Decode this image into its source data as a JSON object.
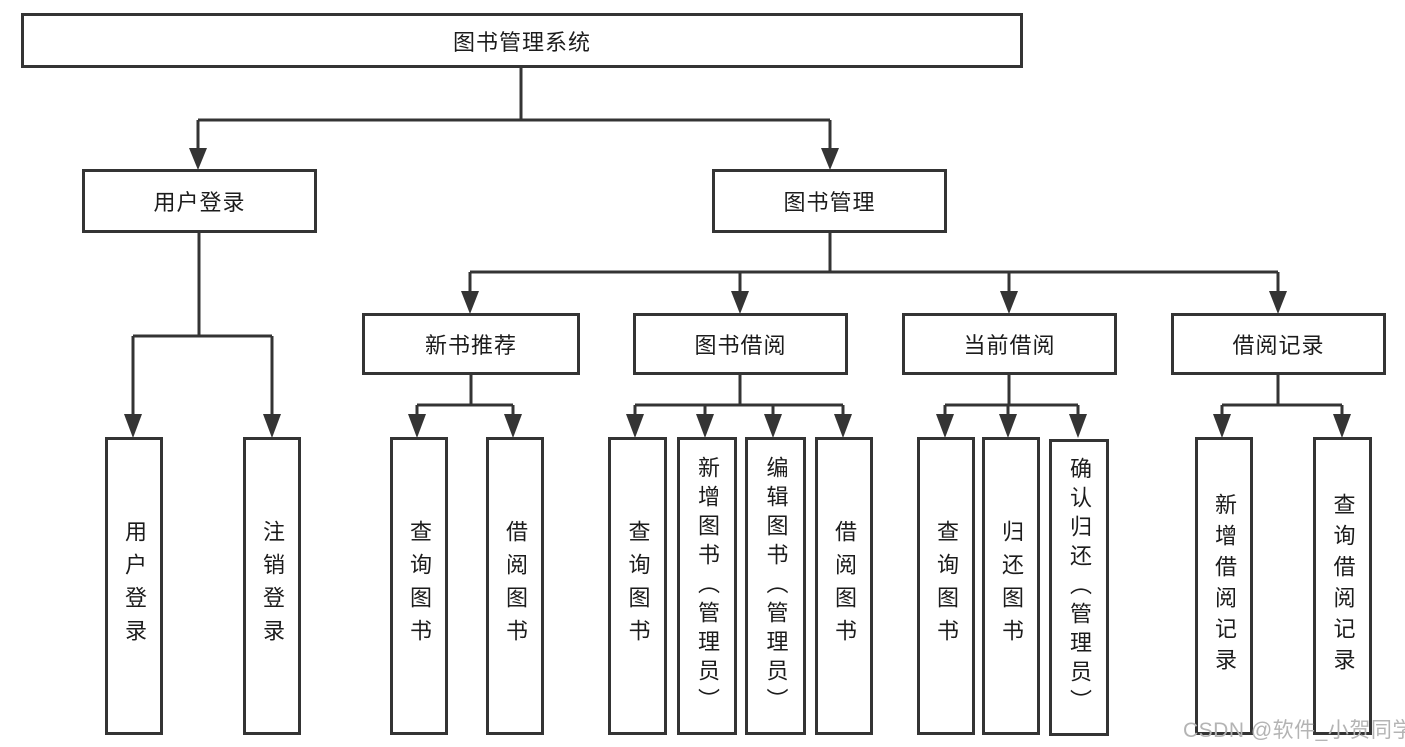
{
  "diagram_title": "图书管理系统",
  "nodes": {
    "root": "图书管理系统",
    "l2": [
      "用户登录",
      "图书管理"
    ],
    "l3": [
      "新书推荐",
      "图书借阅",
      "当前借阅",
      "借阅记录"
    ],
    "leaves": [
      "用户登录",
      "注销登录",
      "查询图书",
      "借阅图书",
      "查询图书",
      "新增图书（管理员）",
      "编辑图书（管理员）",
      "借阅图书",
      "查询图书",
      "归还图书",
      "确认归还（管理员）",
      "新增借阅记录",
      "查询借阅记录"
    ]
  },
  "colors": {
    "line": "#343434",
    "text": "#1c1c1c",
    "watermark": "#b4b4b4",
    "background": "#ffffff"
  },
  "watermark": "CSDN @软件_小贺同学"
}
